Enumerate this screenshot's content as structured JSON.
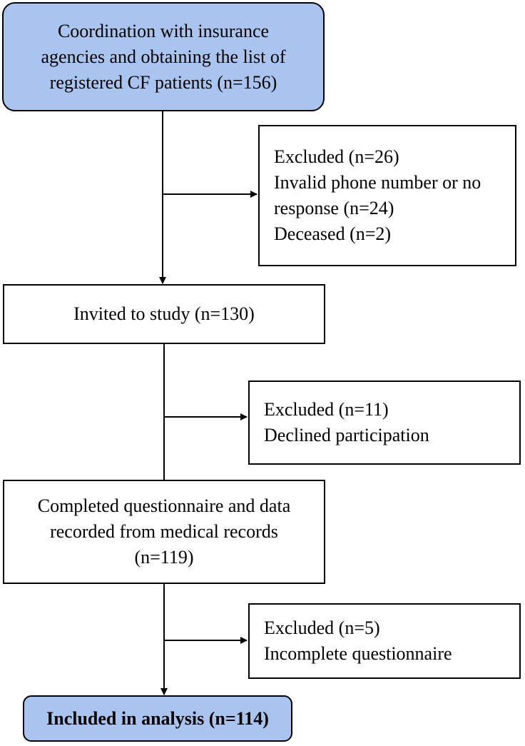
{
  "boxes": {
    "start": {
      "lines": [
        "Coordination with insurance",
        "agencies and obtaining the list of",
        "registered CF patients (n=156)"
      ]
    },
    "exclude1": {
      "lines": [
        "Excluded (n=26)",
        "Invalid phone number or no",
        "response (n=24)",
        "Deceased (n=2)"
      ]
    },
    "invited": {
      "lines": [
        "Invited to study (n=130)"
      ]
    },
    "exclude2": {
      "lines": [
        "Excluded (n=11)",
        "Declined participation"
      ]
    },
    "completed": {
      "lines": [
        "Completed questionnaire and data",
        "recorded from medical records",
        "(n=119)"
      ]
    },
    "exclude3": {
      "lines": [
        "Excluded (n=5)",
        "Incomplete questionnaire"
      ]
    },
    "final": {
      "lines": [
        "Included in analysis (n=114)"
      ]
    }
  },
  "colors": {
    "highlight_fill": "#a9c4ef",
    "stroke": "#000000"
  }
}
